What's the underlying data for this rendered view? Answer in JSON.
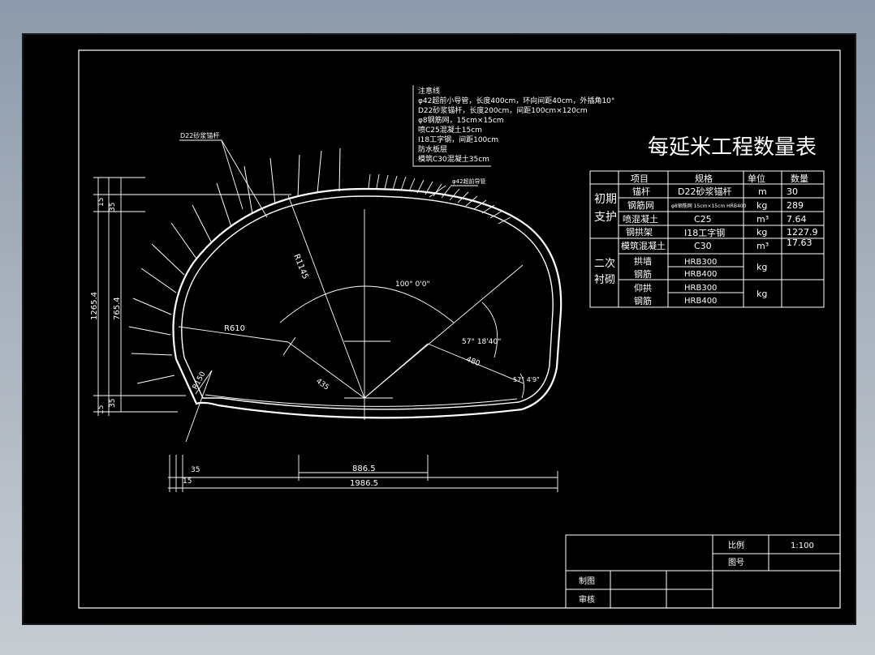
{
  "drawing": {
    "table_title": "每延米工程数量表",
    "bolt_label": "D22砂浆锚杆",
    "pipe_label": "φ42超前导管",
    "notes": [
      "注意线",
      "φ42超前小导管，长度400cm，环向间距40cm，外插角10°",
      "D22砂浆锚杆，长度200cm，间距100cm×120cm",
      "φ8钢筋网，15cm×15cm",
      "喷C25混凝土15cm",
      "I18工字钢，间距100cm",
      "防水板层",
      "模筑C30混凝土35cm"
    ],
    "dims": {
      "total_height": "1265.4",
      "lower_height": "765.4",
      "top_offset_a": "15",
      "top_offset_b": "35",
      "bottom_offset_a": "15",
      "bottom_offset_b": "35",
      "bottom_35": "35",
      "bottom_15": "15",
      "half_width": "886.5",
      "total_width": "1986.5",
      "r_crown": "R1145",
      "r_side": "R610",
      "r_corner": "R150",
      "len_435": "435",
      "len_480": "480",
      "ang_top": "100° 0'0\"",
      "ang_right": "57° 18'40\"",
      "ang_small": "57° 4'9\""
    }
  },
  "quantity_table": {
    "headers": [
      "项目",
      "规格",
      "单位",
      "数量"
    ],
    "group1": [
      "初期",
      "支护"
    ],
    "group2": [
      "二次",
      "衬砌"
    ],
    "rows": [
      {
        "item": "锚杆",
        "spec": "D22砂浆锚杆",
        "unit": "m",
        "qty": "30"
      },
      {
        "item": "钢筋网",
        "spec": "φ8钢筋网 15cm×15cm HRB400",
        "unit": "kg",
        "qty": "289"
      },
      {
        "item": "喷混凝土",
        "spec": "C25",
        "unit": "m³",
        "qty": "7.64"
      },
      {
        "item": "钢拱架",
        "spec": "I18工字钢",
        "unit": "kg",
        "qty": "1227.9"
      },
      {
        "item": "模筑混凝土",
        "spec": "C30",
        "unit": "m³",
        "qty": "17.63"
      }
    ],
    "arch_item": [
      "拱墙",
      "钢筋"
    ],
    "arch_specs": [
      "HRB300",
      "HRB400"
    ],
    "arch_unit": "kg",
    "invert_item": [
      "仰拱",
      "钢筋"
    ],
    "invert_specs": [
      "HRB300",
      "HRB400"
    ],
    "invert_unit": "kg"
  },
  "title_block": {
    "scale_label": "比例",
    "scale_value": "1:100",
    "drawing_no_label": "图号",
    "drawn_by_label": "制图",
    "checked_by_label": "审核"
  }
}
